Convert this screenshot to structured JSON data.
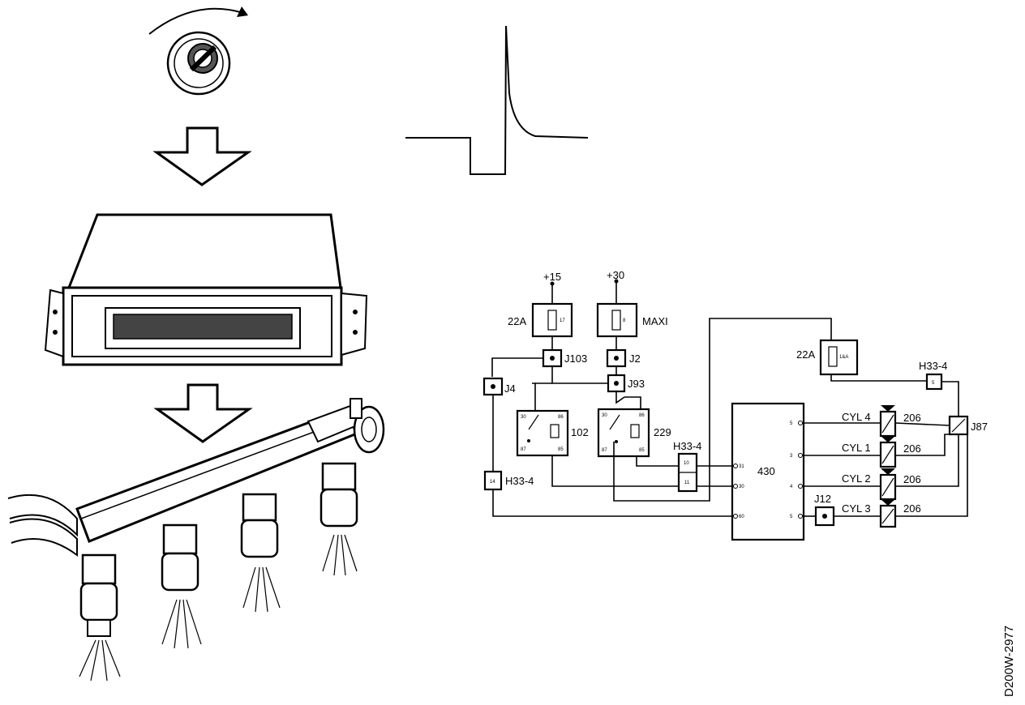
{
  "diagram": {
    "supply_labels": {
      "plus15": "+15",
      "plus30": "+30"
    },
    "fuse_labels": {
      "f22a_left": "22A",
      "maxi": "MAXI",
      "f22a_right": "22A"
    },
    "fuse_values": {
      "left": "17",
      "maxi": "8",
      "right": "1&A"
    },
    "connectors": {
      "j103": "J103",
      "j2": "J2",
      "j4": "J4",
      "j93": "J93",
      "j12": "J12",
      "j87": "J87",
      "h33_left": "H33-4",
      "h33_mid": "H33-4",
      "h33_right": "H33-4"
    },
    "connector_pins": {
      "h33_left": "14",
      "h33_mid_top": "10",
      "h33_mid_bot": "11",
      "h33_right": "5"
    },
    "relays": {
      "r102": "102",
      "r229": "229"
    },
    "relay_pins": {
      "r102": {
        "tl": "30",
        "tr": "86",
        "bl": "87",
        "br": "85"
      },
      "r229": {
        "tl": "30",
        "tr": "86",
        "bl": "87",
        "br": "85"
      }
    },
    "ecu": {
      "label": "430",
      "pins": {
        "p31": "31",
        "p30": "30",
        "p4": "4",
        "p3": "3",
        "p5": "5",
        "p60": "60"
      }
    },
    "injectors": [
      {
        "cyl": "CYL 4",
        "ref": "206"
      },
      {
        "cyl": "CYL 1",
        "ref": "206"
      },
      {
        "cyl": "CYL 2",
        "ref": "206"
      },
      {
        "cyl": "CYL 3",
        "ref": "206"
      }
    ],
    "reference_code": "D200W-2977"
  }
}
